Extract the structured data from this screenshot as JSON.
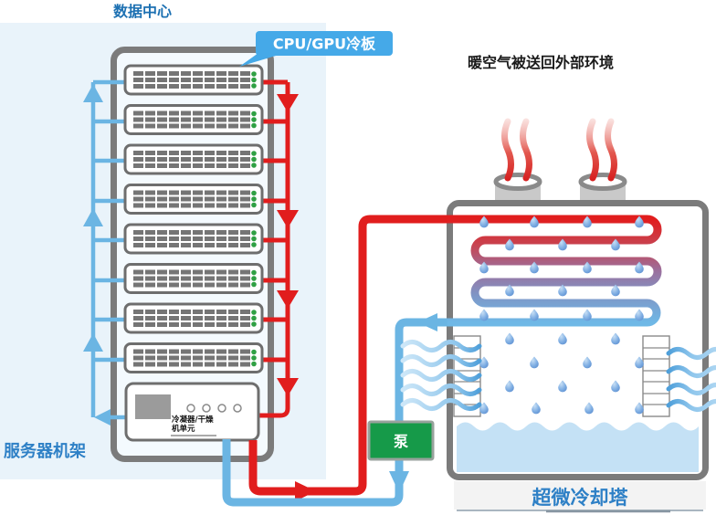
{
  "labels": {
    "datacenter": "数据中心",
    "cpu_gpu_callout": "CPU/GPU冷板",
    "warm_air": "暖空气被送回外部环境",
    "pump": "泵",
    "condenser_line1": "冷凝器/干燥",
    "condenser_line2": "机单元",
    "server_rack": "服务器机架",
    "cooling_tower": "超微冷却塔"
  },
  "colors": {
    "panel_bg": "#E9F3FA",
    "frame_gray": "#7B7B7B",
    "hot_pipe_red": "#E11D1D",
    "cool_pipe_blue": "#6BB5E3",
    "pump_green": "#169A49",
    "callout_blue": "#45A9E8",
    "label_blue": "#2E80C6",
    "led_green": "#2FA043",
    "water_pool": "#C4E1F5",
    "coil_gradient": [
      "#E11D1D",
      "#C84350",
      "#9B6F9D",
      "#7E98C8",
      "#6FB8E6"
    ]
  },
  "rack": {
    "server_unit_count": 8
  }
}
